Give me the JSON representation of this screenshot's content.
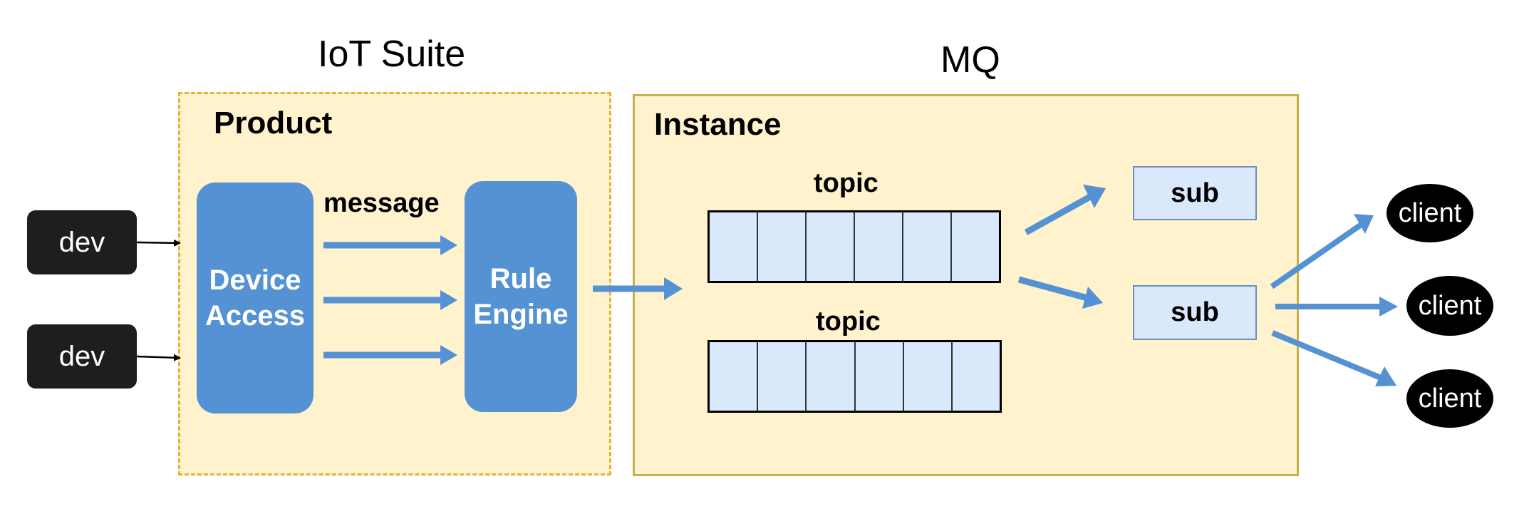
{
  "iot_suite": {
    "title": "IoT Suite",
    "product_label": "Product",
    "device_access": {
      "line1": "Device",
      "line2": "Access"
    },
    "message_label": "message",
    "rule_engine": {
      "line1": "Rule",
      "line2": "Engine"
    }
  },
  "mq": {
    "title": "MQ",
    "instance_label": "Instance",
    "topics": [
      {
        "label": "topic",
        "cells": 6
      },
      {
        "label": "topic",
        "cells": 6
      }
    ],
    "subs": [
      {
        "label": "sub"
      },
      {
        "label": "sub"
      }
    ]
  },
  "devices": [
    {
      "label": "dev"
    },
    {
      "label": "dev"
    }
  ],
  "clients": [
    {
      "label": "client"
    },
    {
      "label": "client"
    },
    {
      "label": "client"
    }
  ],
  "colors": {
    "panel_fill": "#fff2cc",
    "iot_border": "#e8b13f",
    "mq_border": "#c9b14a",
    "blue_block": "#5592d3",
    "arrow_blue": "#5592d3",
    "queue_fill": "#dae8fc",
    "device_fill": "#1e1e1e"
  }
}
